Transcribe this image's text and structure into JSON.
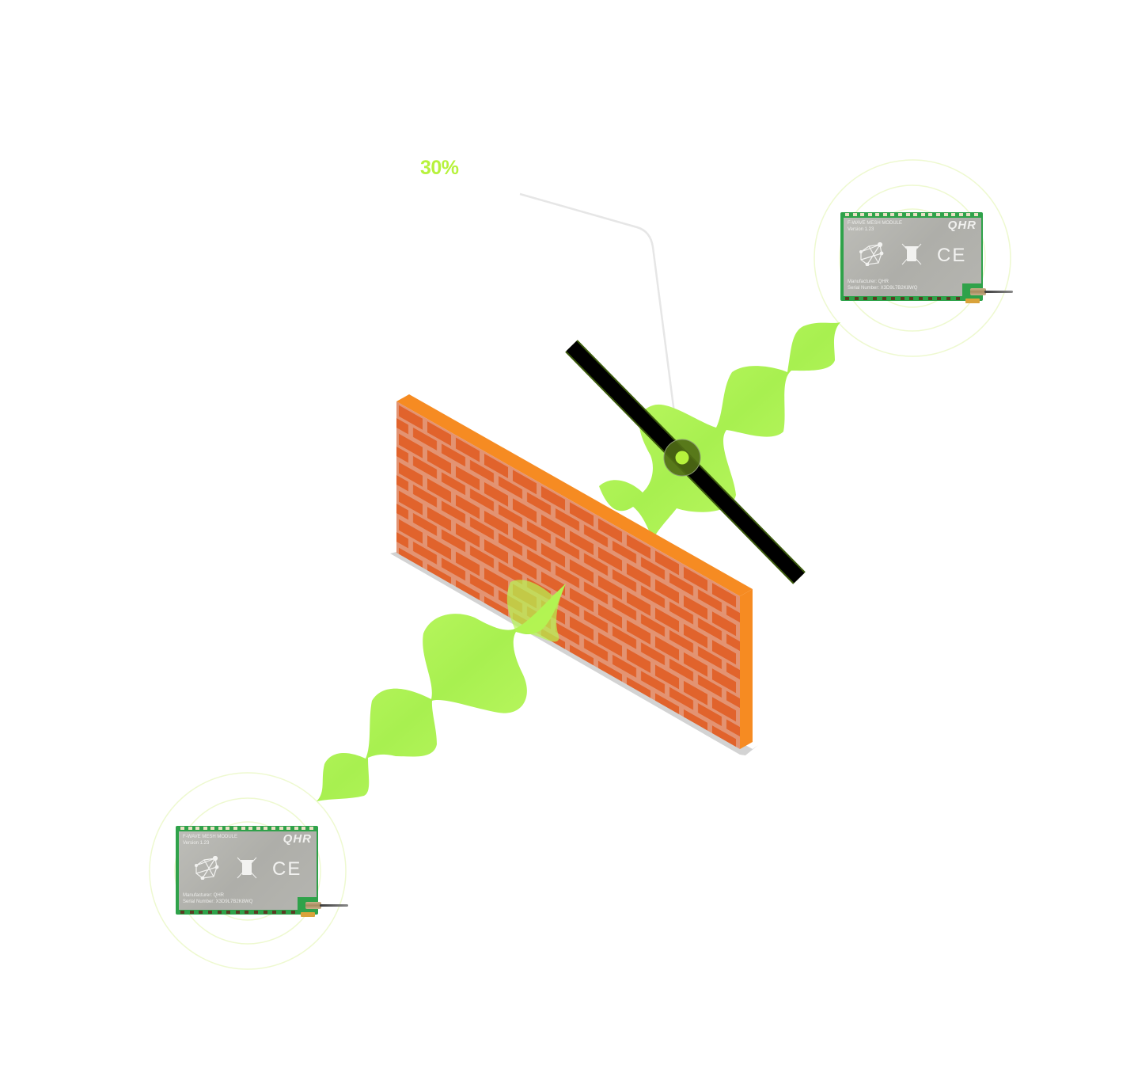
{
  "scene": {
    "title": "Signal penetration through wall",
    "colors": {
      "signal": "#b6f552",
      "signal_dark": "#9ae642",
      "label": "#b7f23c",
      "brick": "#e1632c",
      "mortar": "#e39372",
      "wall_edge": "#f68b22",
      "shadow": "#d3d3d3",
      "slider_bar": "#000000",
      "knob_ring": "#4f6b14",
      "knob_dot": "#b7f23c",
      "leader_line": "#e6e6e6",
      "ring": "#eef9d0"
    }
  },
  "attenuation": {
    "label": "30%",
    "value_percent": 30
  },
  "modules": [
    {
      "id": "receiver",
      "product_name": "F-WAVE MESH MODULE",
      "version": "Version 1.23",
      "brand": "QHR",
      "manufacturer": "Manufacturer:  QHR",
      "serial": "Serial Number:  X3D9L7B2K8WQ",
      "icons": [
        "mesh-network-icon",
        "weee-crossed-bin-icon",
        "ce-mark-icon"
      ],
      "ce_text": "CE"
    },
    {
      "id": "transmitter",
      "product_name": "F-WAVE MESH MODULE",
      "version": "Version 1.23",
      "brand": "QHR",
      "manufacturer": "Manufacturer:  QHR",
      "serial": "Serial Number:  X3D9L7B2K8WQ",
      "icons": [
        "mesh-network-icon",
        "weee-crossed-bin-icon",
        "ce-mark-icon"
      ],
      "ce_text": "CE"
    }
  ]
}
